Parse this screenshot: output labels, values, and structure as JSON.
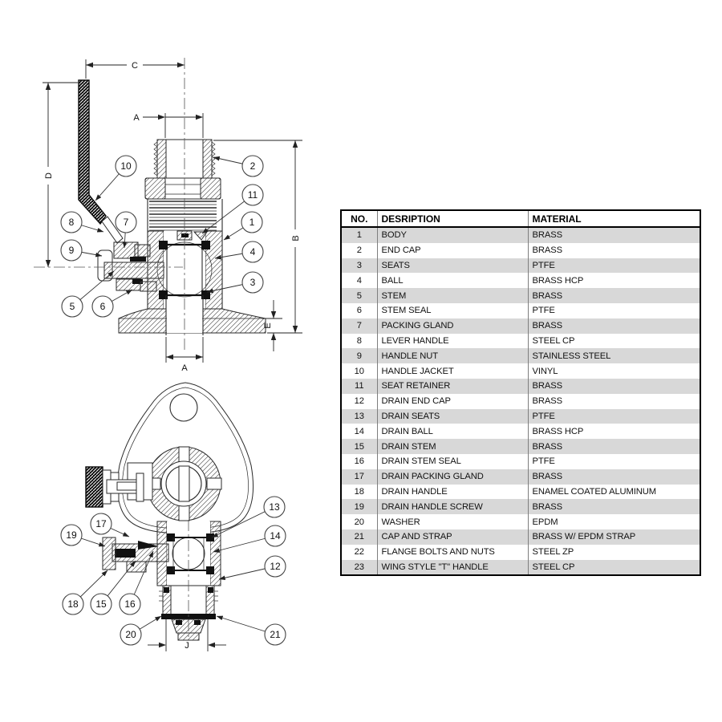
{
  "drawing_top": {
    "dims": {
      "c": "C",
      "d": "D",
      "a_top": "A",
      "b": "B",
      "e": "E",
      "a_bottom": "A"
    },
    "balloons": {
      "n10": "10",
      "n2": "2",
      "n11": "11",
      "n8": "8",
      "n7": "7",
      "n1": "1",
      "n9": "9",
      "n4": "4",
      "n3": "3",
      "n5": "5",
      "n6": "6"
    }
  },
  "drawing_bottom": {
    "dims": {
      "j": "J"
    },
    "balloons": {
      "n17": "17",
      "n19": "19",
      "n18": "18",
      "n15": "15",
      "n16": "16",
      "n20": "20",
      "n13": "13",
      "n14": "14",
      "n12": "12",
      "n21": "21"
    }
  },
  "table": {
    "headers": [
      "NO.",
      "DESRIPTION",
      "MATERIAL"
    ],
    "rows": [
      [
        "1",
        "BODY",
        "BRASS"
      ],
      [
        "2",
        "END CAP",
        "BRASS"
      ],
      [
        "3",
        "SEATS",
        "PTFE"
      ],
      [
        "4",
        "BALL",
        "BRASS HCP"
      ],
      [
        "5",
        "STEM",
        "BRASS"
      ],
      [
        "6",
        "STEM SEAL",
        "PTFE"
      ],
      [
        "7",
        "PACKING GLAND",
        "BRASS"
      ],
      [
        "8",
        "LEVER HANDLE",
        "STEEL CP"
      ],
      [
        "9",
        "HANDLE NUT",
        "STAINLESS STEEL"
      ],
      [
        "10",
        "HANDLE JACKET",
        "VINYL"
      ],
      [
        "11",
        "SEAT RETAINER",
        "BRASS"
      ],
      [
        "12",
        "DRAIN END CAP",
        "BRASS"
      ],
      [
        "13",
        "DRAIN SEATS",
        "PTFE"
      ],
      [
        "14",
        "DRAIN BALL",
        "BRASS HCP"
      ],
      [
        "15",
        "DRAIN STEM",
        "BRASS"
      ],
      [
        "16",
        "DRAIN STEM SEAL",
        "PTFE"
      ],
      [
        "17",
        "DRAIN PACKING GLAND",
        "BRASS"
      ],
      [
        "18",
        "DRAIN HANDLE",
        "ENAMEL COATED ALUMINUM"
      ],
      [
        "19",
        "DRAIN HANDLE SCREW",
        "BRASS"
      ],
      [
        "20",
        "WASHER",
        "EPDM"
      ],
      [
        "21",
        "CAP AND STRAP",
        "BRASS W/ EPDM STRAP"
      ],
      [
        "22",
        "FLANGE BOLTS AND NUTS",
        "STEEL ZP"
      ],
      [
        "23",
        "WING STYLE \"T\" HANDLE",
        "STEEL CP"
      ]
    ],
    "colors": {
      "stripe": "#d8d8d8",
      "border": "#000000",
      "text": "#111111"
    }
  }
}
